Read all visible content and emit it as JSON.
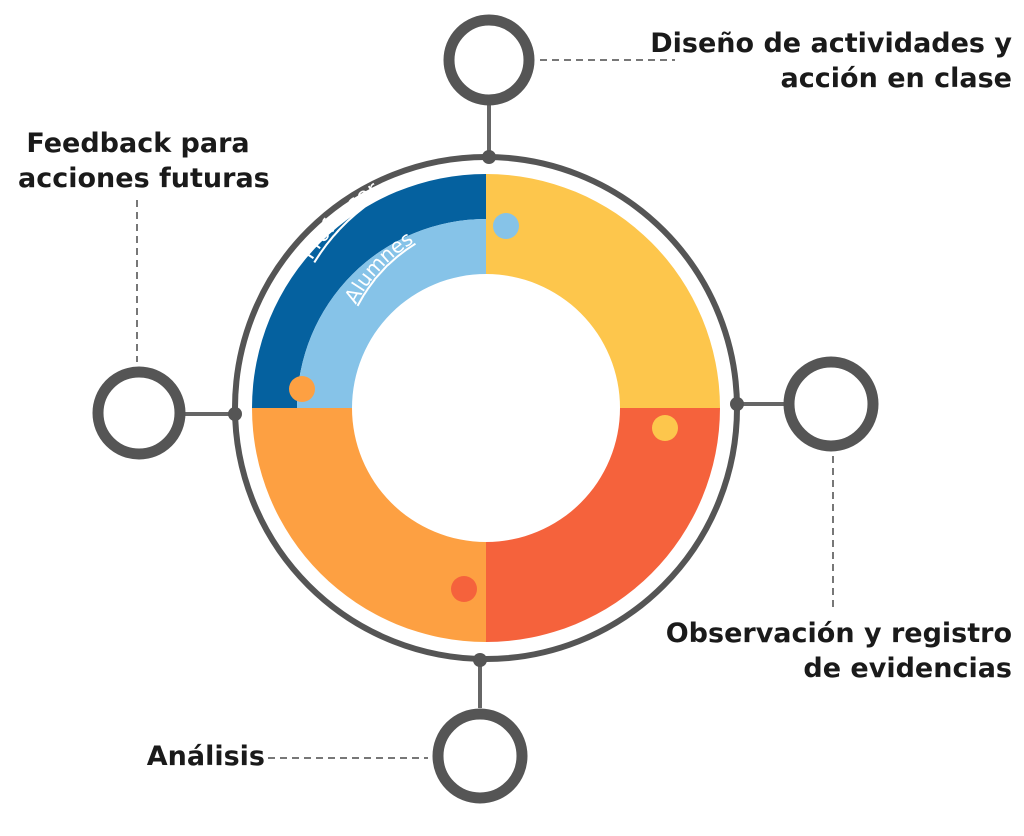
{
  "diagram": {
    "inner_labels": {
      "outer": "Professor",
      "inner": "Alumnes"
    },
    "steps": {
      "top": [
        "Diseño de actividades y",
        "acción en clase"
      ],
      "right": [
        "Observación y registro",
        "de evidencias"
      ],
      "bottom": "Análisis",
      "left": [
        "Feedback para",
        "acciones futuras"
      ]
    },
    "colors": {
      "dark_blue": "#05619f",
      "light_blue": "#86c3e8",
      "yellow": "#fdc64c",
      "red_orange": "#f5623c",
      "orange": "#fda042",
      "ring_gray": "#555555",
      "connector_gray": "#666666",
      "dash_gray": "#777777"
    }
  }
}
